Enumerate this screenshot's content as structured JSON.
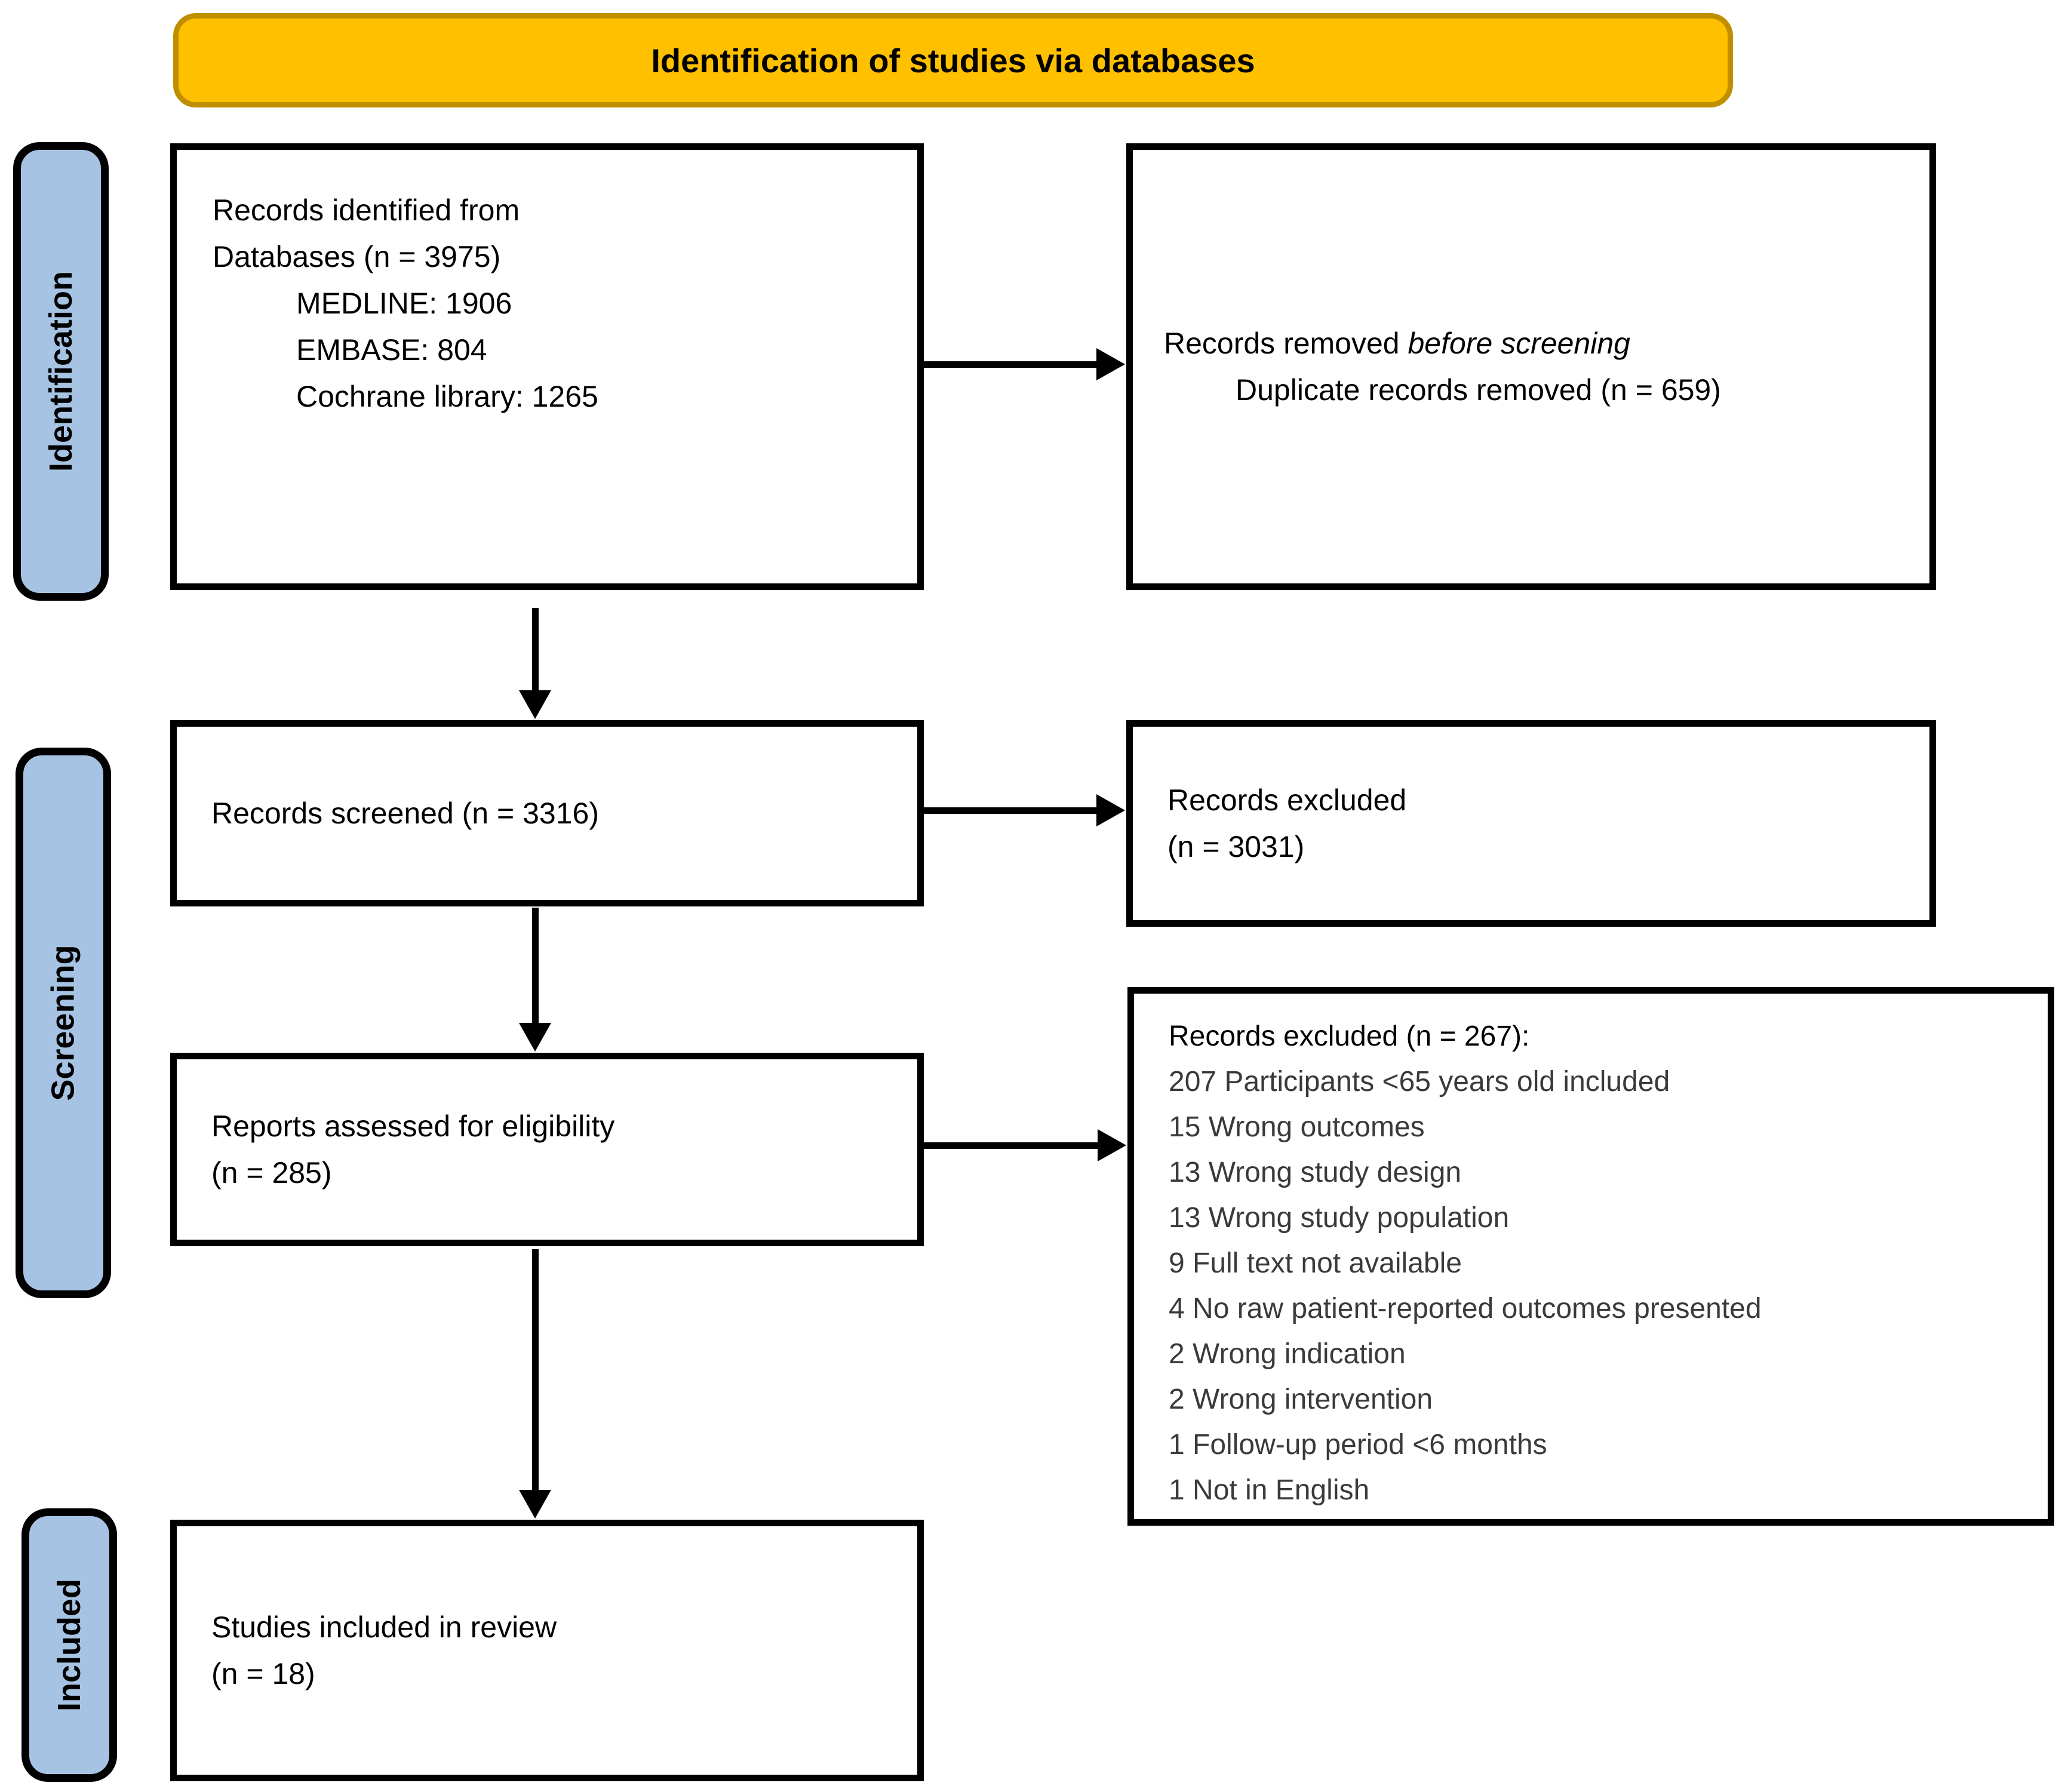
{
  "banner": {
    "label": "Identification of studies via databases"
  },
  "stages": [
    {
      "label": "Identification"
    },
    {
      "label": "Screening"
    },
    {
      "label": "Included"
    }
  ],
  "boxes": {
    "identified": {
      "line1": "Records identified from",
      "line2": "Databases (n = 3975)",
      "sub_lines": [
        "MEDLINE: 1906",
        "EMBASE: 804",
        "Cochrane library: 1265"
      ]
    },
    "removed": {
      "line1_prefix": "Records removed ",
      "line1_italic": "before screening",
      "line2": "Duplicate records removed (n = 659)"
    },
    "screened": {
      "line1": "Records screened (n = 3316)"
    },
    "excluded": {
      "line1": "Records excluded",
      "line2": "(n = 3031)"
    },
    "assessed": {
      "line1": "Reports assessed for eligibility",
      "line2": "(n = 285)"
    },
    "excluded_detail": {
      "header": "Records excluded (n = 267):",
      "items": [
        "207 Participants <65 years old included",
        "15 Wrong outcomes",
        "13 Wrong study design",
        "13 Wrong study population",
        "9 Full text not available",
        "4 No raw patient-reported outcomes presented",
        "2 Wrong indication",
        "2 Wrong intervention",
        "1 Follow-up period <6 months",
        "1 Not in English"
      ]
    },
    "included": {
      "line1": "Studies included in review",
      "line2": "(n = 18)"
    }
  },
  "colors": {
    "banner_fill": "#FFC000",
    "banner_border": "#BF8F00",
    "stage_fill": "#A6C3E3",
    "box_border": "#000000",
    "detail_text": "#3A3A3A"
  }
}
